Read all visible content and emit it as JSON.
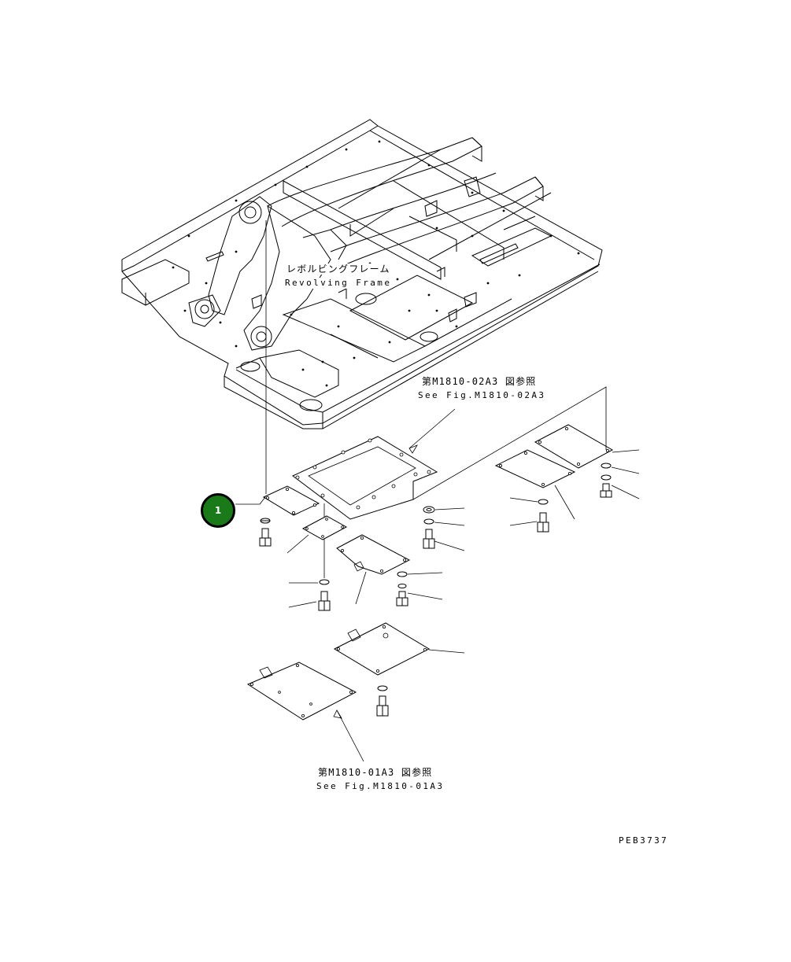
{
  "diagram": {
    "frame_label_jp": "レボルビングフレーム",
    "frame_label_en": "Revolving Frame",
    "ref_upper_jp": "第M1810-02A3 図参照",
    "ref_upper_en": "See Fig.M1810-02A3",
    "ref_lower_jp": "第M1810-01A3 図参照",
    "ref_lower_en": "See Fig.M1810-01A3",
    "drawing_code": "PEB3737",
    "callout_number": "1",
    "callout_color": "#1a7a1a"
  }
}
